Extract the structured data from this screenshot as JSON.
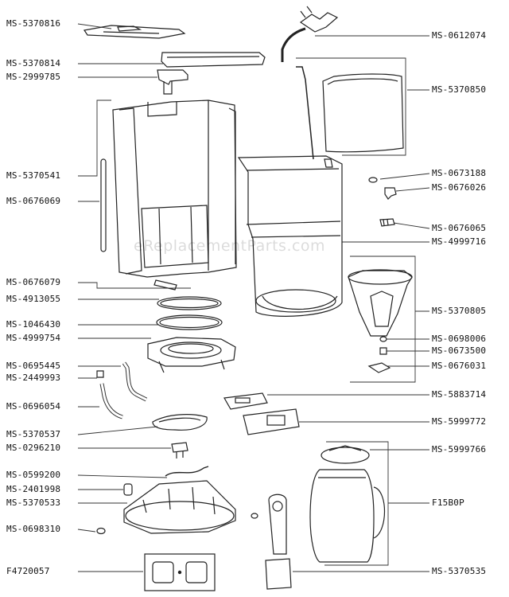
{
  "callouts_left": [
    "MS-5370816",
    "MS-5370814",
    "MS-2999785",
    "MS-5370541",
    "MS-0676069",
    "MS-0676079",
    "MS-4913055",
    "MS-1046430",
    "MS-4999754",
    "MS-0695445",
    "MS-2449993",
    "MS-0696054",
    "MS-5370537",
    "MS-0296210",
    "MS-0599200",
    "MS-2401998",
    "MS-5370533",
    "MS-0698310",
    "F4720057"
  ],
  "callouts_right": [
    "MS-0612074",
    "MS-5370850",
    "MS-0673188",
    "MS-0676026",
    "MS-0676065",
    "MS-4999716",
    "MS-5370805",
    "MS-0698006",
    "MS-0673500",
    "MS-0676031",
    "MS-5883714",
    "MS-5999772",
    "MS-5999766",
    "F15B0P",
    "MS-5370535"
  ],
  "watermark": "eReplacementParts.com"
}
